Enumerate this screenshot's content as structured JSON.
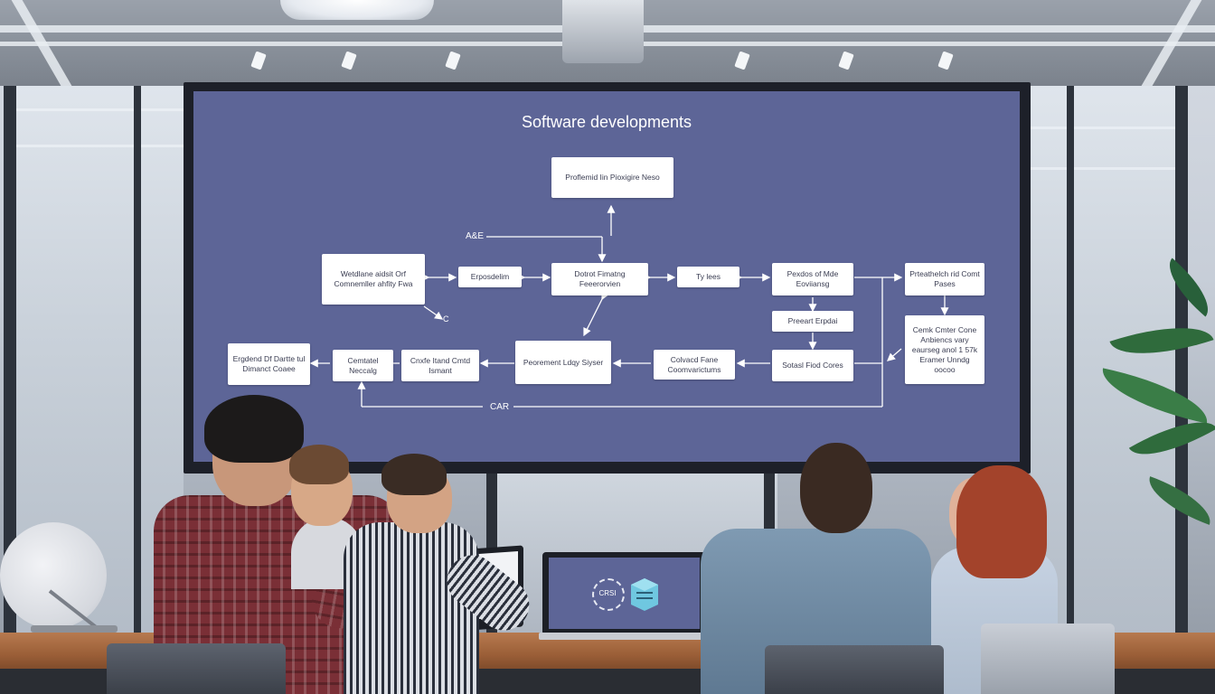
{
  "screen": {
    "title": "Software developments",
    "labels": {
      "top_left": "A&E",
      "loop_small": "C",
      "bottom": "CAR"
    },
    "boxes": {
      "top": "Proflemid Iin Pioxigire Neso",
      "left_large": "Wetdlane aidsit Orf Comnemller ahfity Fwa",
      "row1_b": "Erposdelim",
      "row1_c": "Dotrot Fimatng Feeerorvien",
      "row1_d": "Ty lees",
      "row1_e": "Pexdos of Mde Eoviiansg",
      "row1_f": "Prteathelch rid Comt Pases",
      "mid_small": "Preeart Erpdai",
      "right_large": "Cemk Cmter Cone Anbiencs vary eaurseg anol 1 57k Eramer Unndg oocoo",
      "row3_a": "Ergdend Df Dartte tul Dimanct Coaee",
      "row3_b": "Cemtatel Neccalg",
      "row3_c": "Cnxfe Itand Cmtd Ismant",
      "row3_d": "Peorement Ldqy Siyser",
      "row3_e": "Colvacd Fane Coomvarictums",
      "row3_f": "Sotasl Fiod Cores"
    }
  },
  "laptop_icon_text": "CRSI",
  "colors": {
    "screen_bg": "#5d6597",
    "box_bg": "#ffffff",
    "table": "#a8683e"
  }
}
